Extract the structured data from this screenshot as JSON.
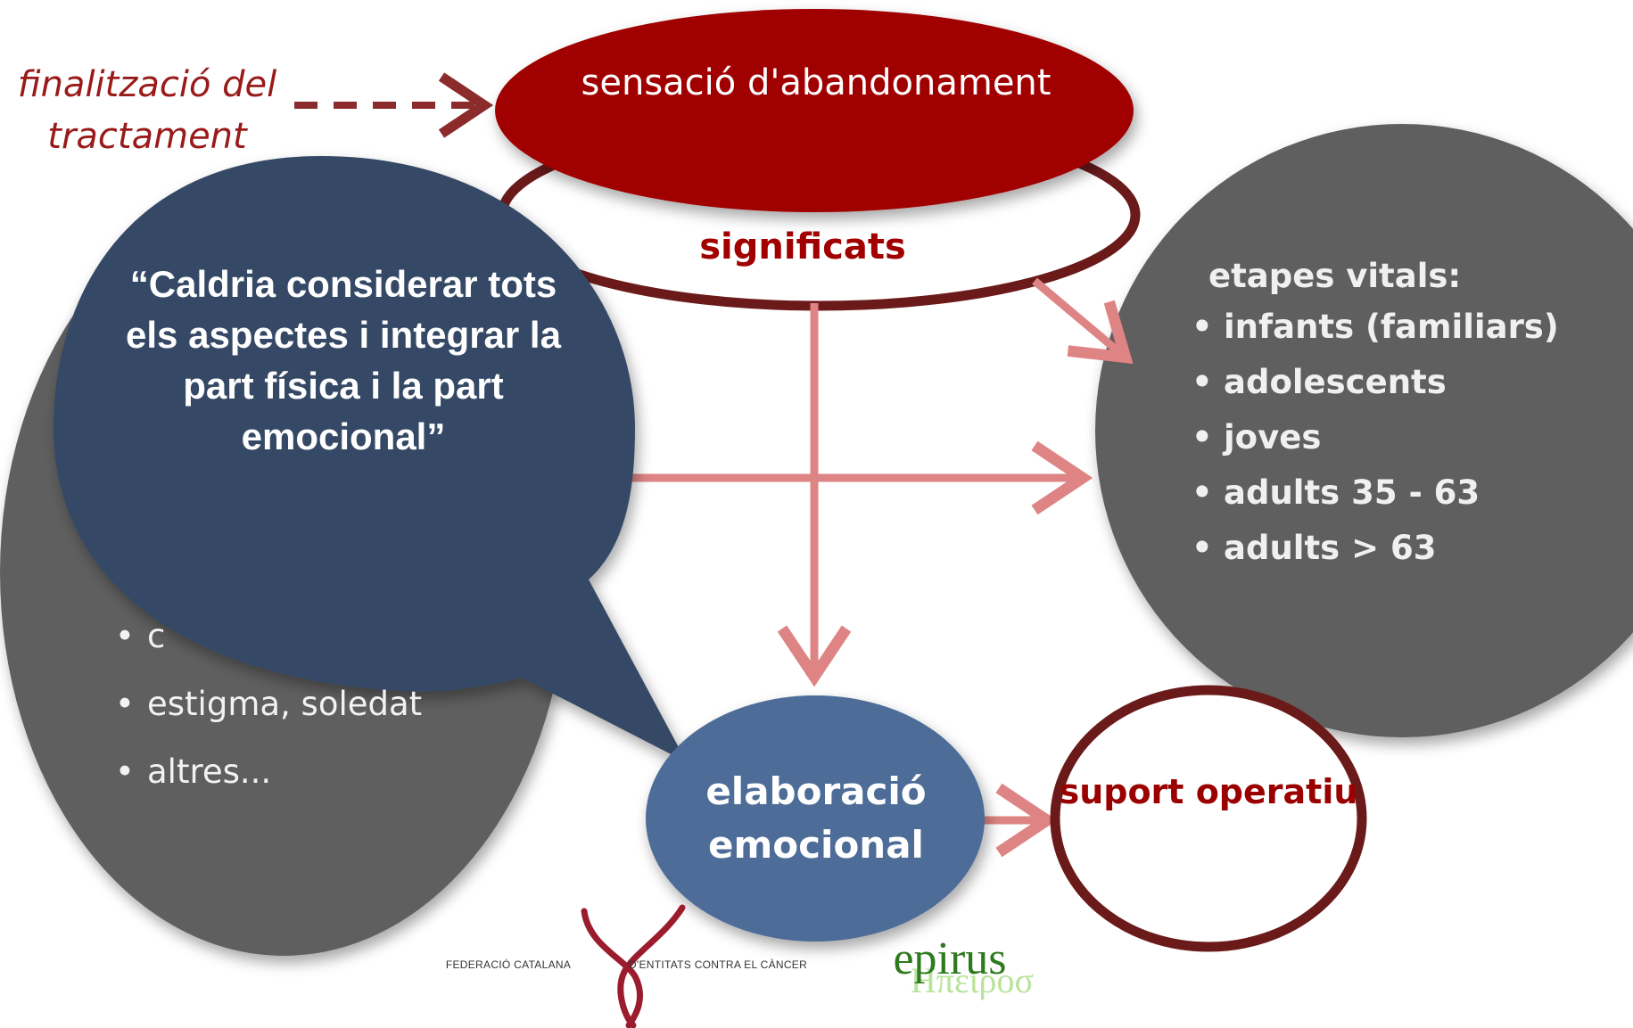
{
  "colors": {
    "dark_red": "#a00000",
    "maroon_outline": "#6b1a1a",
    "pink_arrow": "#de8484",
    "dark_grey": "#5f5f5f",
    "navy_bubble": "#344a66",
    "steel_blue": "#4d6c98"
  },
  "source_label": "finalització del tractament",
  "top_node": {
    "label": "sensació d'abandonament"
  },
  "meanings_node": {
    "label": "significats"
  },
  "life_stages": {
    "heading": "etapes vitals:",
    "items": [
      "infants (familiars)",
      "adolescents",
      "joves",
      "adults 35 - 63",
      "adults > 63"
    ]
  },
  "left_factors": {
    "items": [
      "c",
      "estigma, soledat",
      "altres..."
    ]
  },
  "quote_bubble": {
    "text": "“Caldria considerar tots els aspectes i integrar la part física i la part emocional”"
  },
  "emotional_node": {
    "label": "elaboració emocional"
  },
  "support_node": {
    "label": "suport operatiu"
  },
  "logos": {
    "federation_left": "FEDERACIÓ CATALANA",
    "federation_right": "D'ENTITATS CONTRA EL CÀNCER",
    "epirus": "epirus",
    "epirus_greek": "Ηπειροσ"
  }
}
